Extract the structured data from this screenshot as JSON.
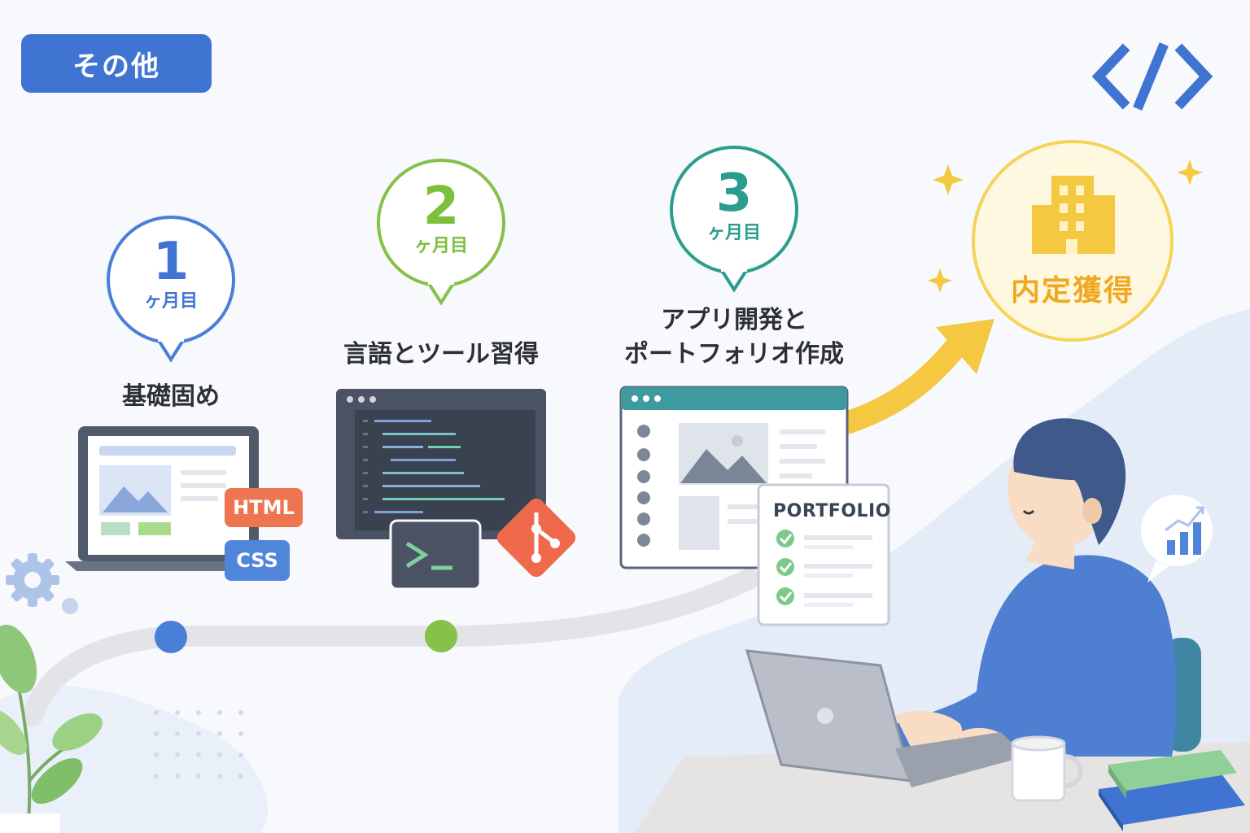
{
  "category_badge": "その他",
  "steps": [
    {
      "number": "1",
      "unit": "ヶ月目",
      "title": "基礎固め",
      "color": "#3f74d3"
    },
    {
      "number": "2",
      "unit": "ヶ月目",
      "title": "言語とツール習得",
      "color": "#7bbf3a"
    },
    {
      "number": "3",
      "unit": "ヶ月目",
      "title_line1": "アプリ開発と",
      "title_line2": "ポートフォリオ作成",
      "color": "#2a9d8f"
    }
  ],
  "goal": {
    "text": "内定獲得",
    "color": "#f5c842"
  },
  "tags": {
    "html": "HTML",
    "css": "CSS"
  },
  "portfolio_label": "PORTFOLIO",
  "colors": {
    "accent_blue": "#3f74d3",
    "html_orange": "#ef7550",
    "css_blue": "#4f86d9",
    "git_orange": "#ef6a4c"
  },
  "icons": [
    "code-brackets-icon",
    "building-icon",
    "sparkle-icon",
    "gear-icon",
    "git-icon",
    "terminal-icon",
    "chart-icon",
    "check-icon",
    "mountain-image-icon"
  ]
}
